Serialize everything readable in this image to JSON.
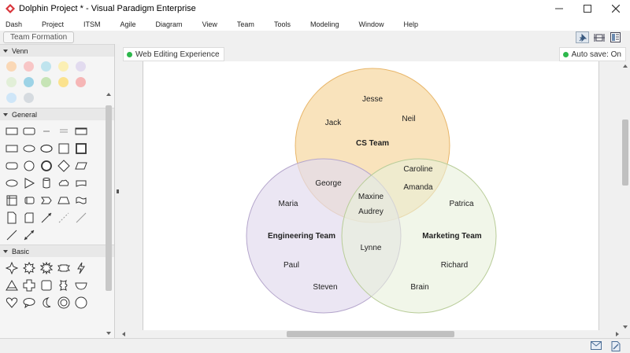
{
  "window": {
    "title": "Dolphin Project * - Visual Paradigm Enterprise",
    "controls": [
      "minimize-icon",
      "maximize-icon",
      "close-icon"
    ]
  },
  "menu": {
    "items": [
      "Dash",
      "Project",
      "ITSM",
      "Agile",
      "Diagram",
      "View",
      "Team",
      "Tools",
      "Modeling",
      "Window",
      "Help"
    ]
  },
  "breadcrumb": {
    "label": "Team Formation"
  },
  "toolbar": {
    "icons": [
      "pin-icon",
      "fit-width-icon",
      "layout-icon"
    ]
  },
  "palette": {
    "sections": [
      {
        "name": "Venn",
        "colors": [
          "#fad8b6",
          "#f8c6c6",
          "#bfe4ee",
          "#fbefb4",
          "#e2dbef",
          "#e2efd8",
          "#9dd3e6",
          "#c6e4b6",
          "#fbe28e",
          "#f6b6b6",
          "#cfe6f8",
          "#d6dbe0"
        ]
      },
      {
        "name": "General",
        "shapes": [
          "rectangle",
          "rounded-rectangle",
          "text",
          "note",
          "frame",
          "rectangle-2",
          "ellipse",
          "ellipse-2",
          "square",
          "thick-square",
          "rounded-rect-2",
          "circle",
          "thick-circle",
          "diamond",
          "parallelogram",
          "oval",
          "triangle",
          "cylinder",
          "cloud",
          "flag",
          "table",
          "drum",
          "chevron",
          "trapezoid",
          "wave",
          "document",
          "card",
          "arrow-line",
          "dashed-line",
          "line",
          "diagonal-line",
          "double-arrow-line"
        ]
      },
      {
        "name": "Basic",
        "shapes": [
          "star-4",
          "star-8",
          "star-12",
          "banner",
          "lightning",
          "triangle",
          "cross",
          "plaque",
          "burst",
          "half-moon",
          "heart",
          "speech-bubble",
          "moon",
          "donut",
          "circle-basic"
        ]
      }
    ]
  },
  "canvas": {
    "badge_left": "Web Editing Experience",
    "badge_right": "Auto save: On",
    "status_color": "#2db84c"
  },
  "venn": {
    "circles": [
      {
        "name": "CS Team",
        "fill": "#f8deb0",
        "stroke": "#e8b66a"
      },
      {
        "name": "Engineering Team",
        "fill": "#e3dcee",
        "stroke": "#b5a6cc"
      },
      {
        "name": "Marketing Team",
        "fill": "#e8f0da",
        "stroke": "#b8cc98"
      }
    ],
    "members": [
      "Jesse",
      "Jack",
      "Neil",
      "Caroline",
      "Amanda",
      "George",
      "Maxine",
      "Audrey",
      "Maria",
      "Patrica",
      "Lynne",
      "Paul",
      "Richard",
      "Steven",
      "Brain"
    ]
  },
  "statusbar": {
    "icons": [
      "mail-icon",
      "document-edit-icon"
    ]
  }
}
